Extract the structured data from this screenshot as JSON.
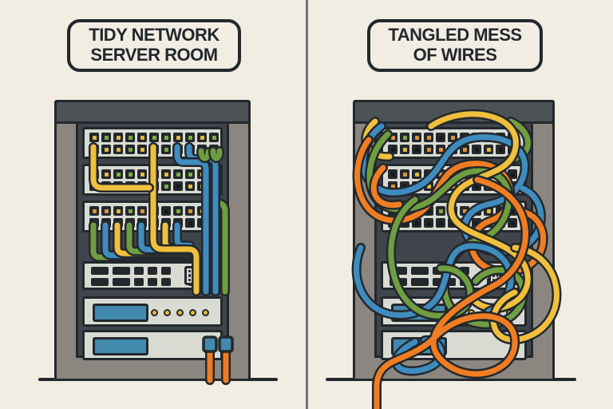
{
  "meta": {
    "title": "Tidy Network Server Room vs Tangled Mess of Wires"
  },
  "labels": {
    "left": "TIDY NETWORK\nSERVER ROOM",
    "right": "TANGLED MESS\nOF WIRES"
  },
  "colors": {
    "background": "#f2ede3",
    "outline": "#23282d",
    "divider": "#71767b",
    "rack_frame": "#8b8780",
    "rack_top": "#4d5257",
    "rack_interior": "#3f454a",
    "panel_face": "#d9dbd3",
    "screen_blue": "#4189ad",
    "led_yellow": "#e4bc3d",
    "led_green": "#7fae3e",
    "led_orange": "#e0913a",
    "led_off": "#15181b",
    "cable_yellow": "#f0bf3e",
    "cable_blue": "#3f8cc0",
    "cable_green": "#6f9e41",
    "cable_orange": "#ef7d23"
  },
  "left_rack": {
    "cable_colors": [
      "yellow",
      "blue",
      "green",
      "orange"
    ],
    "panel1": {
      "row1": [
        "yellow",
        "green",
        "yellow",
        "green",
        "yellow",
        "green",
        "green",
        "yellow",
        "green",
        "yellow",
        "green"
      ],
      "row2": [
        "off",
        "yellow",
        "yellow",
        "green",
        "yellow",
        "off",
        "green",
        "off",
        "off",
        "off",
        "off"
      ]
    },
    "panel2": {
      "row1": [
        "green",
        "yellow",
        "green",
        "green",
        "yellow",
        "green",
        "yellow",
        "green",
        "green",
        "yellow",
        "green"
      ],
      "row2": [
        "yellow",
        "green",
        "yellow",
        "off",
        "green",
        "yellow",
        "green",
        "off",
        "yellow",
        "green",
        "off"
      ]
    },
    "panel3": {
      "row1": [
        "orange",
        "orange",
        "yellow",
        "green",
        "orange",
        "yellow",
        "off",
        "green",
        "orange",
        "yellow",
        "orange"
      ],
      "row2": [
        "off",
        "off",
        "off",
        "off",
        "off",
        "off",
        "off",
        "off",
        "off",
        "off",
        "off"
      ]
    },
    "switch_slots": [
      22,
      22,
      12,
      12,
      12,
      "gap",
      14
    ],
    "server1_leds": [
      "yellow",
      "yellow",
      "yellow",
      "yellow",
      "yellow"
    ]
  },
  "right_rack": {
    "cable_colors": [
      "orange",
      "blue",
      "yellow",
      "green"
    ],
    "panel1": {
      "row1": [
        "orange",
        "green",
        "orange",
        "orange",
        "off",
        "orange",
        "yellow",
        "orange",
        "off",
        "orange",
        "orange"
      ],
      "row2": [
        "off",
        "yellow",
        "off",
        "orange",
        "orange",
        "off",
        "orange",
        "off",
        "yellow",
        "off",
        "orange"
      ]
    },
    "panel2": {
      "row1": [
        "off",
        "orange",
        "yellow",
        "off",
        "orange",
        "off",
        "green",
        "orange",
        "off",
        "yellow",
        "off"
      ],
      "row2": [
        "orange",
        "off",
        "off",
        "yellow",
        "off",
        "orange",
        "off",
        "off",
        "orange",
        "off",
        "yellow"
      ]
    },
    "panel3": {
      "row1": [
        "off",
        "yellow",
        "off",
        "off",
        "green",
        "off",
        "orange",
        "off",
        "yellow",
        "off",
        "off"
      ],
      "row2": [
        "off",
        "off",
        "off",
        "off",
        "off",
        "off",
        "off",
        "off",
        "off",
        "off",
        "off"
      ]
    },
    "switch_slots": [
      22,
      22,
      12,
      12,
      12,
      "gap",
      14
    ],
    "server1_leds": [
      "yellow",
      "yellow",
      "yellow",
      "yellow",
      "yellow"
    ]
  }
}
